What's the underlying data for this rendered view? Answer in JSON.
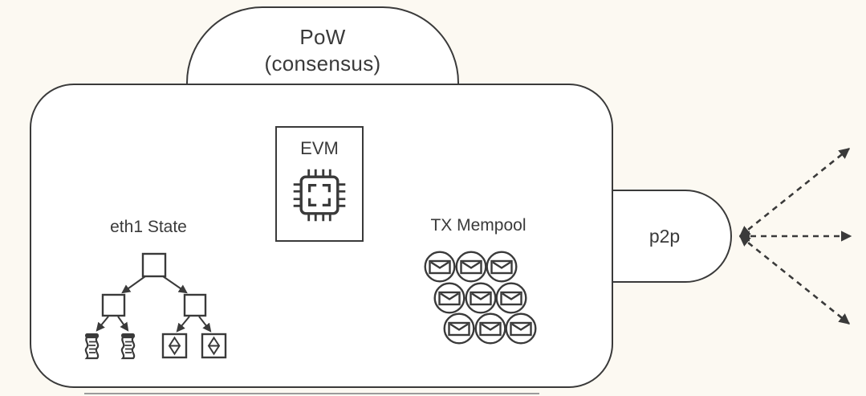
{
  "title": "eth1 node architecture diagram",
  "colors": {
    "bg": "#fcf9f2",
    "line": "#3a3a3a",
    "fill": "#ffffff",
    "cut": "#9b9b9b"
  },
  "nodes": {
    "pow": {
      "line1": "PoW",
      "line2": "(consensus)",
      "shape": "dome"
    },
    "evm": {
      "label": "EVM",
      "icon": "cpu-chip-icon"
    },
    "eth1_state": {
      "label": "eth1 State",
      "tree": {
        "root": "branch-node",
        "children": [
          "branch-node",
          "branch-node"
        ],
        "leaves": [
          "contract-scroll",
          "contract-scroll",
          "eth-account",
          "eth-account"
        ],
        "leaf_icons": [
          "scroll-icon",
          "scroll-icon",
          "eth-diamond-icon",
          "eth-diamond-icon"
        ]
      }
    },
    "tx_mempool": {
      "label": "TX Mempool",
      "grid": {
        "rows": 3,
        "cols": 3,
        "icon": "envelope-icon"
      }
    },
    "p2p": {
      "label": "p2p",
      "arrows": {
        "count": 3,
        "style": "dashed",
        "bidirectional": true,
        "directions": [
          "up-right",
          "right",
          "down-right"
        ]
      }
    }
  }
}
